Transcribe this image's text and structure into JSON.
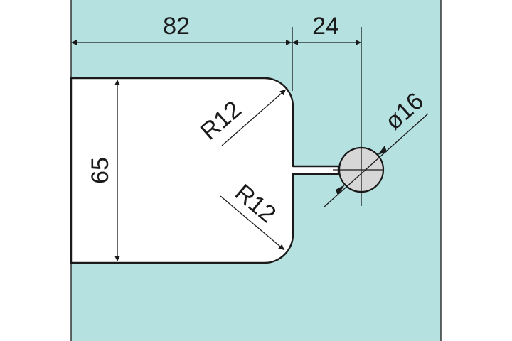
{
  "drawing": {
    "colors": {
      "glass": "#b6e1e1",
      "cutout": "#ffffff",
      "line": "#1a1a1a",
      "hole": "#d7d7d7"
    },
    "dimensions": {
      "top_width": "82",
      "offset_to_hole": "24",
      "notch_height": "65",
      "radius_top": "R12",
      "radius_bottom": "R12",
      "hole_diameter": "ø16"
    }
  }
}
